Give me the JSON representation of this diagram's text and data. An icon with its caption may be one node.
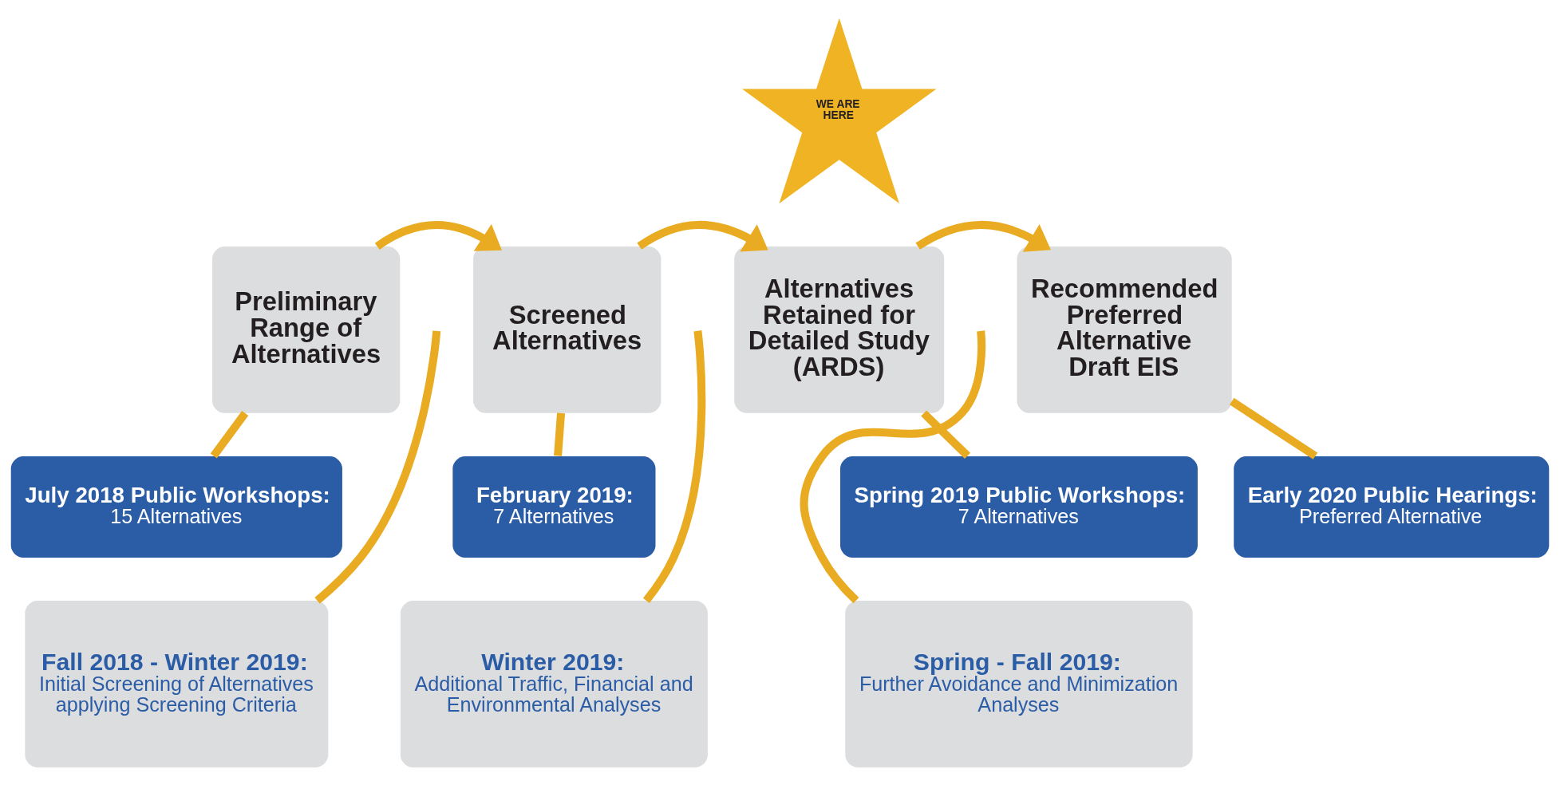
{
  "diagram": {
    "nodes": [
      {
        "text": [
          "Preliminary Range of Alternatives"
        ]
      },
      {
        "text": [
          "July 2018 Public Workshops:",
          "15 Alternatives"
        ]
      },
      {
        "text": [
          "Screened Alternatives"
        ]
      },
      {
        "text": [
          "February 2019:",
          "7 Alternatives"
        ]
      },
      {
        "text": [
          "Alternatives Retained for Detailed Study (ARDS)"
        ]
      },
      {
        "text": [
          "WE ARE HERE"
        ]
      },
      {
        "text": [
          "Spring 2019 Public Workshops:",
          "7 Alternatives"
        ]
      },
      {
        "text": [
          "Recommended Preferred Alternative Draft EIS"
        ]
      },
      {
        "text": [
          "Early 2020 Public Hearings:",
          "Preferred Alternative"
        ]
      },
      {
        "text": [
          "Fall 2018 - Winter 2019:",
          "Initial Screening of Alternatives applying Screening Criteria"
        ]
      },
      {
        "text": [
          "Winter 2019:",
          "Additional Traffic, Financial and Environmental Analyses"
        ]
      },
      {
        "text": [
          "Spring - Fall 2019:",
          "Further Avoidance and Minimization Analyses"
        ]
      }
    ],
    "edges": [
      {
        "from": 0,
        "to": 2,
        "arrow": "to"
      },
      {
        "from": 2,
        "to": 4,
        "arrow": "to"
      },
      {
        "from": 4,
        "to": 7,
        "arrow": "to"
      },
      {
        "from": 0,
        "to": 1,
        "arrow": "none"
      },
      {
        "from": 2,
        "to": 3,
        "arrow": "none"
      },
      {
        "from": 4,
        "to": 6,
        "arrow": "none"
      },
      {
        "from": 7,
        "to": 8,
        "arrow": "none"
      },
      {
        "from": 9,
        "to": null,
        "arrow": "none"
      },
      {
        "from": 10,
        "to": null,
        "arrow": "none"
      },
      {
        "from": 11,
        "to": null,
        "arrow": "none"
      }
    ]
  }
}
